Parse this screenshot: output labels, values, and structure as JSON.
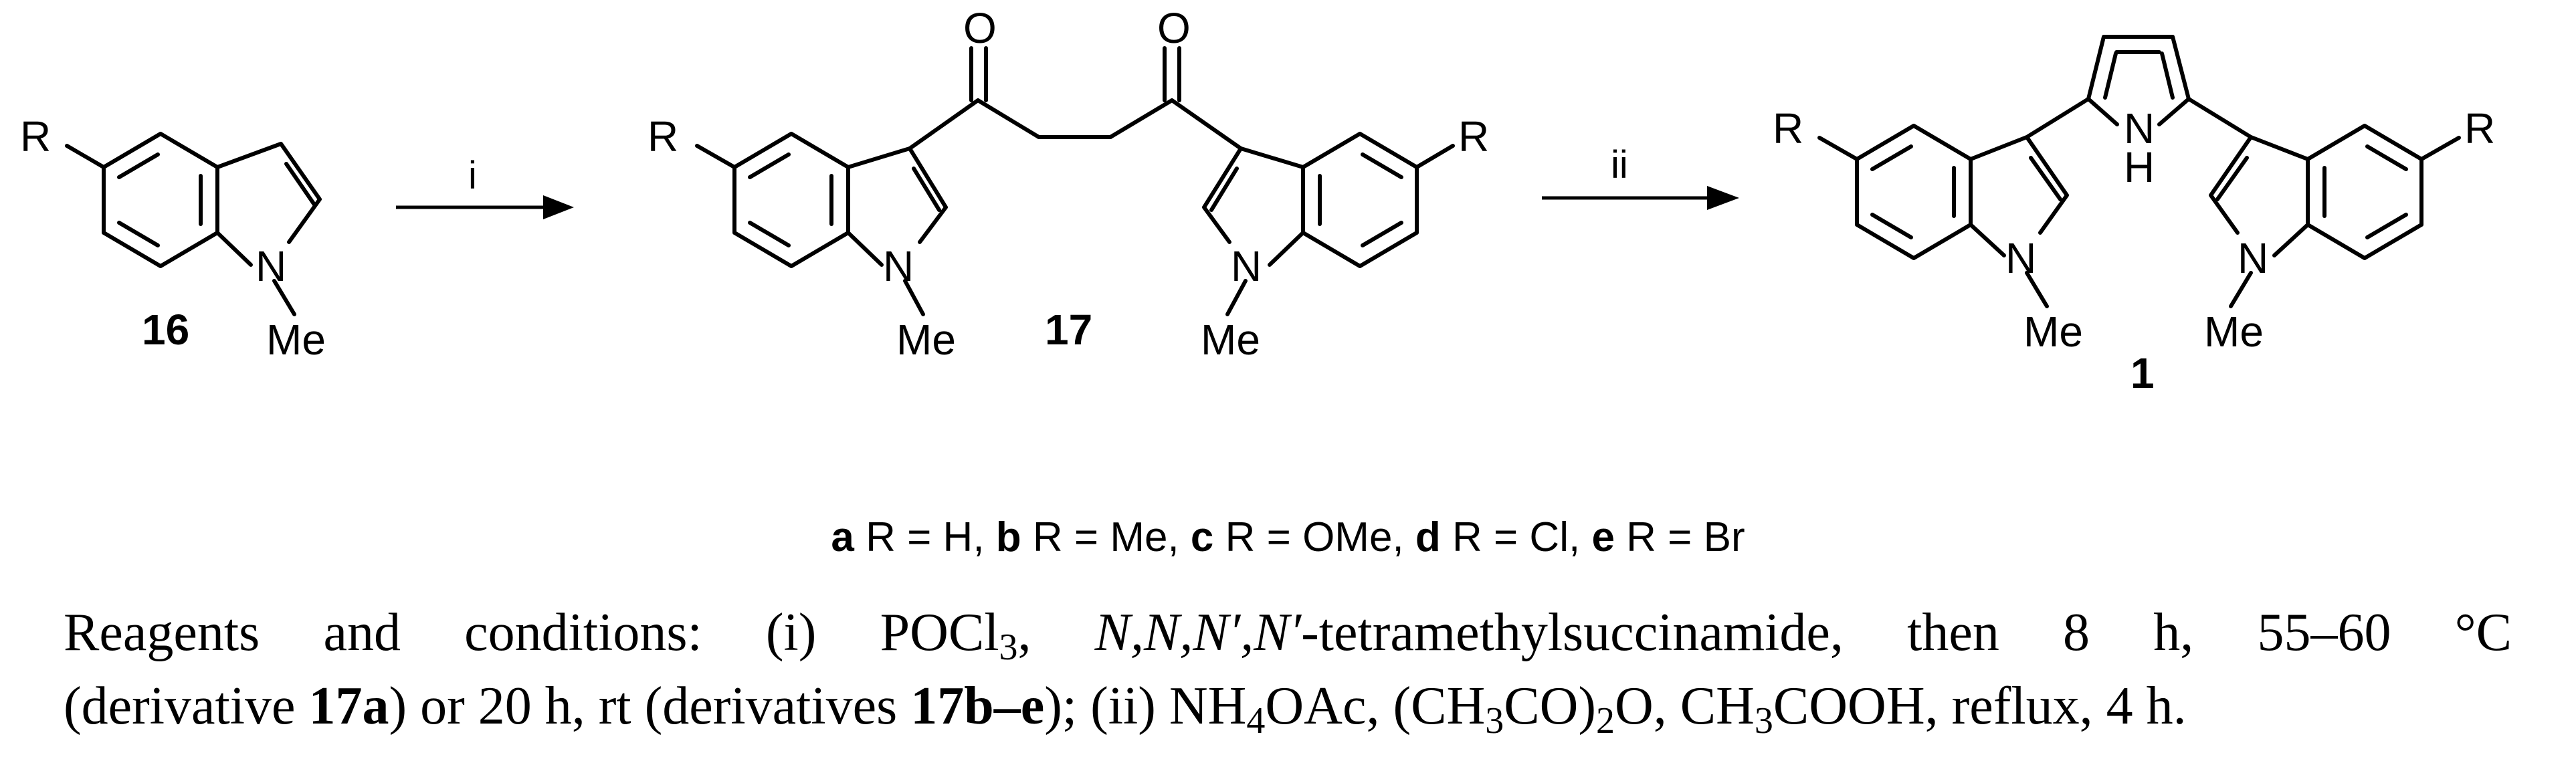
{
  "compounds": {
    "indole": {
      "number": "16",
      "R": "R",
      "N": "N",
      "Me": "Me"
    },
    "diketone": {
      "number": "17",
      "R": "R",
      "N": "N",
      "Me": "Me",
      "O": "O"
    },
    "bisindolylpyrrole": {
      "number": "1",
      "R": "R",
      "N": "N",
      "Me": "Me",
      "NH_N": "N",
      "NH_H": "H"
    }
  },
  "arrows": {
    "step1_label": "i",
    "step2_label": "ii"
  },
  "substituents": [
    {
      "letter": "a",
      "text": "R = H"
    },
    {
      "letter": "b",
      "text": "R = Me"
    },
    {
      "letter": "c",
      "text": "R = OMe"
    },
    {
      "letter": "d",
      "text": "R = Cl"
    },
    {
      "letter": "e",
      "text": "R = Br"
    }
  ],
  "caption": {
    "line1": {
      "lead": "Reagents and conditions: (i) POCl",
      "sub1": "3",
      "sep1": ", ",
      "reagent_italic": "N,N,N′,N′",
      "rest": "-tetramethylsuccinamide, then 8 h, 55–60 °C"
    },
    "line2": {
      "p1": "(derivative ",
      "b1": "17a",
      "p2": ") or 20 h, rt (derivatives ",
      "b2": "17b–e",
      "p3": "); (ii) NH",
      "s1": "4",
      "p4": "OAc, (CH",
      "s2": "3",
      "p5": "CO)",
      "s3": "2",
      "p6": "O, CH",
      "s4": "3",
      "p7": "COOH, reflux, 4 h."
    }
  }
}
